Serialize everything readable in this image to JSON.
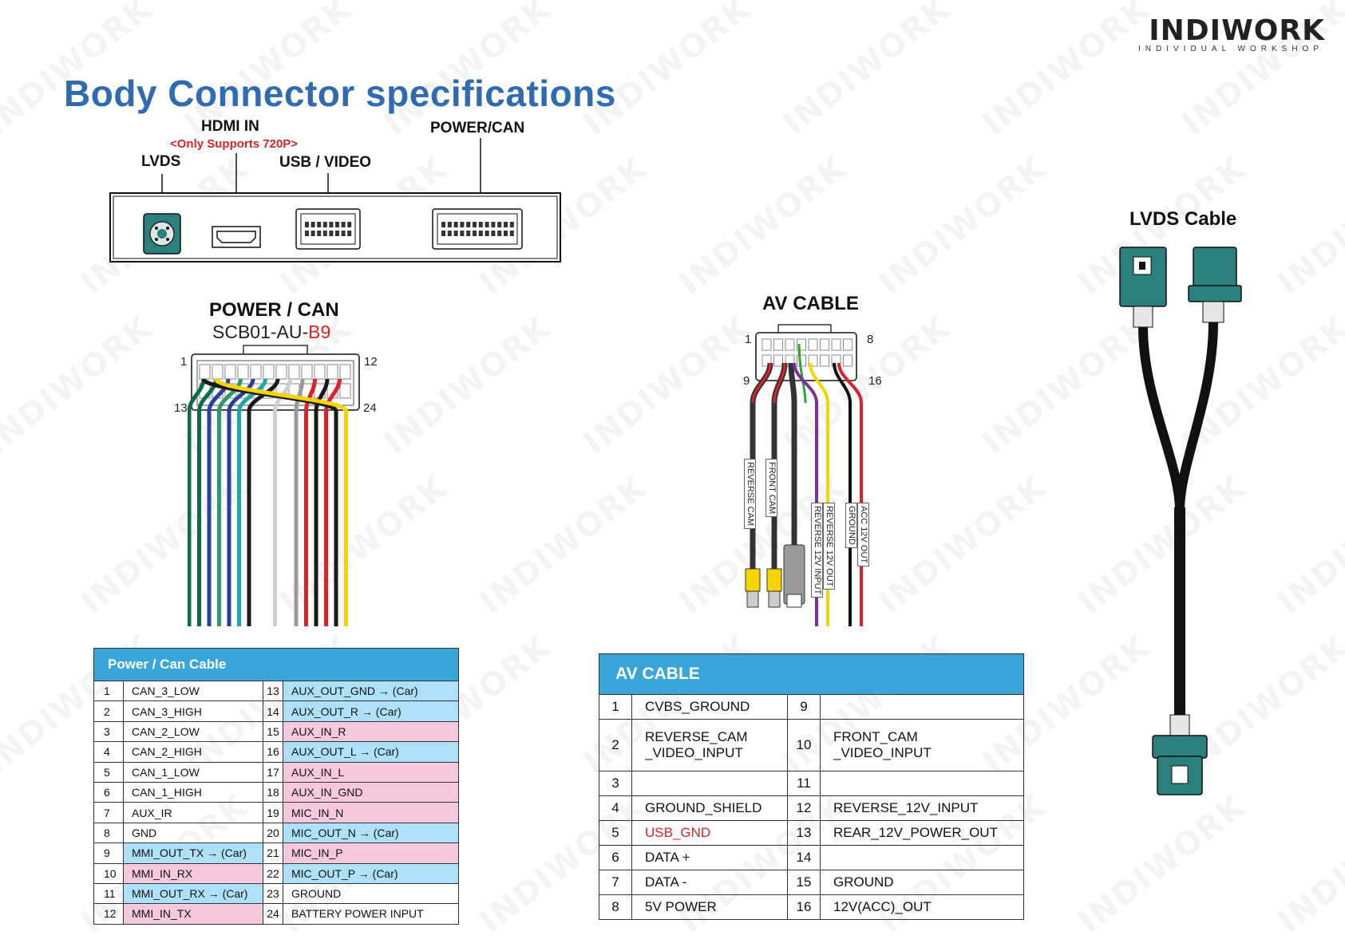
{
  "header": {
    "title": "Body Connector specifications",
    "logo_text": "INDIWORK",
    "logo_sub": "INDIVIDUAL WORKSHOP"
  },
  "connector_labels": {
    "hdmi": "HDMI  IN",
    "hdmi_note": "<Only Supports 720P>",
    "lvds": "LVDS",
    "usb": "USB / VIDEO",
    "power": "POWER/CAN"
  },
  "power_can": {
    "title": "POWER / CAN",
    "part_prefix": "SCB01-AU-",
    "part_suffix": "B9",
    "pin_labels": [
      "1",
      "12",
      "13",
      "24"
    ],
    "wires": [
      {
        "color": "#0b6b4c"
      },
      {
        "color": "#0b6b4c"
      },
      {
        "color": "#2a3f9e"
      },
      {
        "color": "#2a9a6a"
      },
      {
        "color": "#2a3f9e"
      },
      {
        "color": "#1aa8a8"
      },
      {
        "color": "#1a1a1a"
      },
      {
        "color": "#d0d0d0"
      },
      {
        "color": "#9a9a9a"
      },
      {
        "color": "#d8232a"
      },
      {
        "color": "#1a1a1a"
      },
      {
        "color": "#d8232a"
      },
      {
        "color": "#1a1a1a"
      },
      {
        "color": "#f5d400"
      }
    ]
  },
  "av_cable": {
    "title": "AV CABLE",
    "pin_labels": [
      "1",
      "8",
      "9",
      "16"
    ],
    "wire_labels": [
      "REVERSE CAM",
      "FRONT CAM",
      "REVERSE 12V INPUT",
      "REVERSE 12V OUT",
      "GROUND",
      "ACC 12V OUT"
    ]
  },
  "lvds_cable": {
    "title": "LVDS Cable"
  },
  "power_table": {
    "title": "Power / Can Cable",
    "rows": [
      {
        "p1": "1",
        "n1": "CAN_3_LOW",
        "c1": "",
        "p2": "13",
        "n2": "AUX_OUT_GND → (Car)",
        "c2": "blue"
      },
      {
        "p1": "2",
        "n1": "CAN_3_HIGH",
        "c1": "",
        "p2": "14",
        "n2": "AUX_OUT_R → (Car)",
        "c2": "blue"
      },
      {
        "p1": "3",
        "n1": "CAN_2_LOW",
        "c1": "",
        "p2": "15",
        "n2": "AUX_IN_R",
        "c2": "pink"
      },
      {
        "p1": "4",
        "n1": "CAN_2_HIGH",
        "c1": "",
        "p2": "16",
        "n2": "AUX_OUT_L → (Car)",
        "c2": "blue"
      },
      {
        "p1": "5",
        "n1": "CAN_1_LOW",
        "c1": "",
        "p2": "17",
        "n2": "AUX_IN_L",
        "c2": "pink"
      },
      {
        "p1": "6",
        "n1": "CAN_1_HIGH",
        "c1": "",
        "p2": "18",
        "n2": "AUX_IN_GND",
        "c2": "pink"
      },
      {
        "p1": "7",
        "n1": "AUX_IR",
        "c1": "",
        "p2": "19",
        "n2": "MIC_IN_N",
        "c2": "pink"
      },
      {
        "p1": "8",
        "n1": "GND",
        "c1": "",
        "p2": "20",
        "n2": "MIC_OUT_N → (Car)",
        "c2": "blue"
      },
      {
        "p1": "9",
        "n1": "MMI_OUT_TX → (Car)",
        "c1": "blue",
        "p2": "21",
        "n2": "MIC_IN_P",
        "c2": "pink"
      },
      {
        "p1": "10",
        "n1": "MMI_IN_RX",
        "c1": "pink",
        "p2": "22",
        "n2": "MIC_OUT_P → (Car)",
        "c2": "blue"
      },
      {
        "p1": "11",
        "n1": "MMI_OUT_RX → (Car)",
        "c1": "blue",
        "p2": "23",
        "n2": "GROUND",
        "c2": ""
      },
      {
        "p1": "12",
        "n1": "MMI_IN_TX",
        "c1": "pink",
        "p2": "24",
        "n2": "BATTERY POWER INPUT",
        "c2": ""
      }
    ]
  },
  "av_table": {
    "title": "AV CABLE",
    "rows": [
      {
        "p1": "1",
        "n1": "CVBS_GROUND",
        "p2": "9",
        "n2": "",
        "tall": false,
        "red1": false
      },
      {
        "p1": "2",
        "n1": "REVERSE_CAM\n_VIDEO_INPUT",
        "p2": "10",
        "n2": "FRONT_CAM\n_VIDEO_INPUT",
        "tall": true,
        "red1": false
      },
      {
        "p1": "3",
        "n1": "",
        "p2": "11",
        "n2": "",
        "tall": false,
        "red1": false
      },
      {
        "p1": "4",
        "n1": "GROUND_SHIELD",
        "p2": "12",
        "n2": "REVERSE_12V_INPUT",
        "tall": false,
        "red1": false
      },
      {
        "p1": "5",
        "n1": "USB_GND",
        "p2": "13",
        "n2": "REAR_12V_POWER_OUT",
        "tall": false,
        "red1": true
      },
      {
        "p1": "6",
        "n1": "DATA +",
        "p2": "14",
        "n2": "",
        "tall": false,
        "red1": false
      },
      {
        "p1": "7",
        "n1": "DATA -",
        "p2": "15",
        "n2": "GROUND",
        "tall": false,
        "red1": false
      },
      {
        "p1": "8",
        "n1": "5V POWER",
        "p2": "16",
        "n2": "12V(ACC)_OUT",
        "tall": false,
        "red1": false
      }
    ]
  }
}
